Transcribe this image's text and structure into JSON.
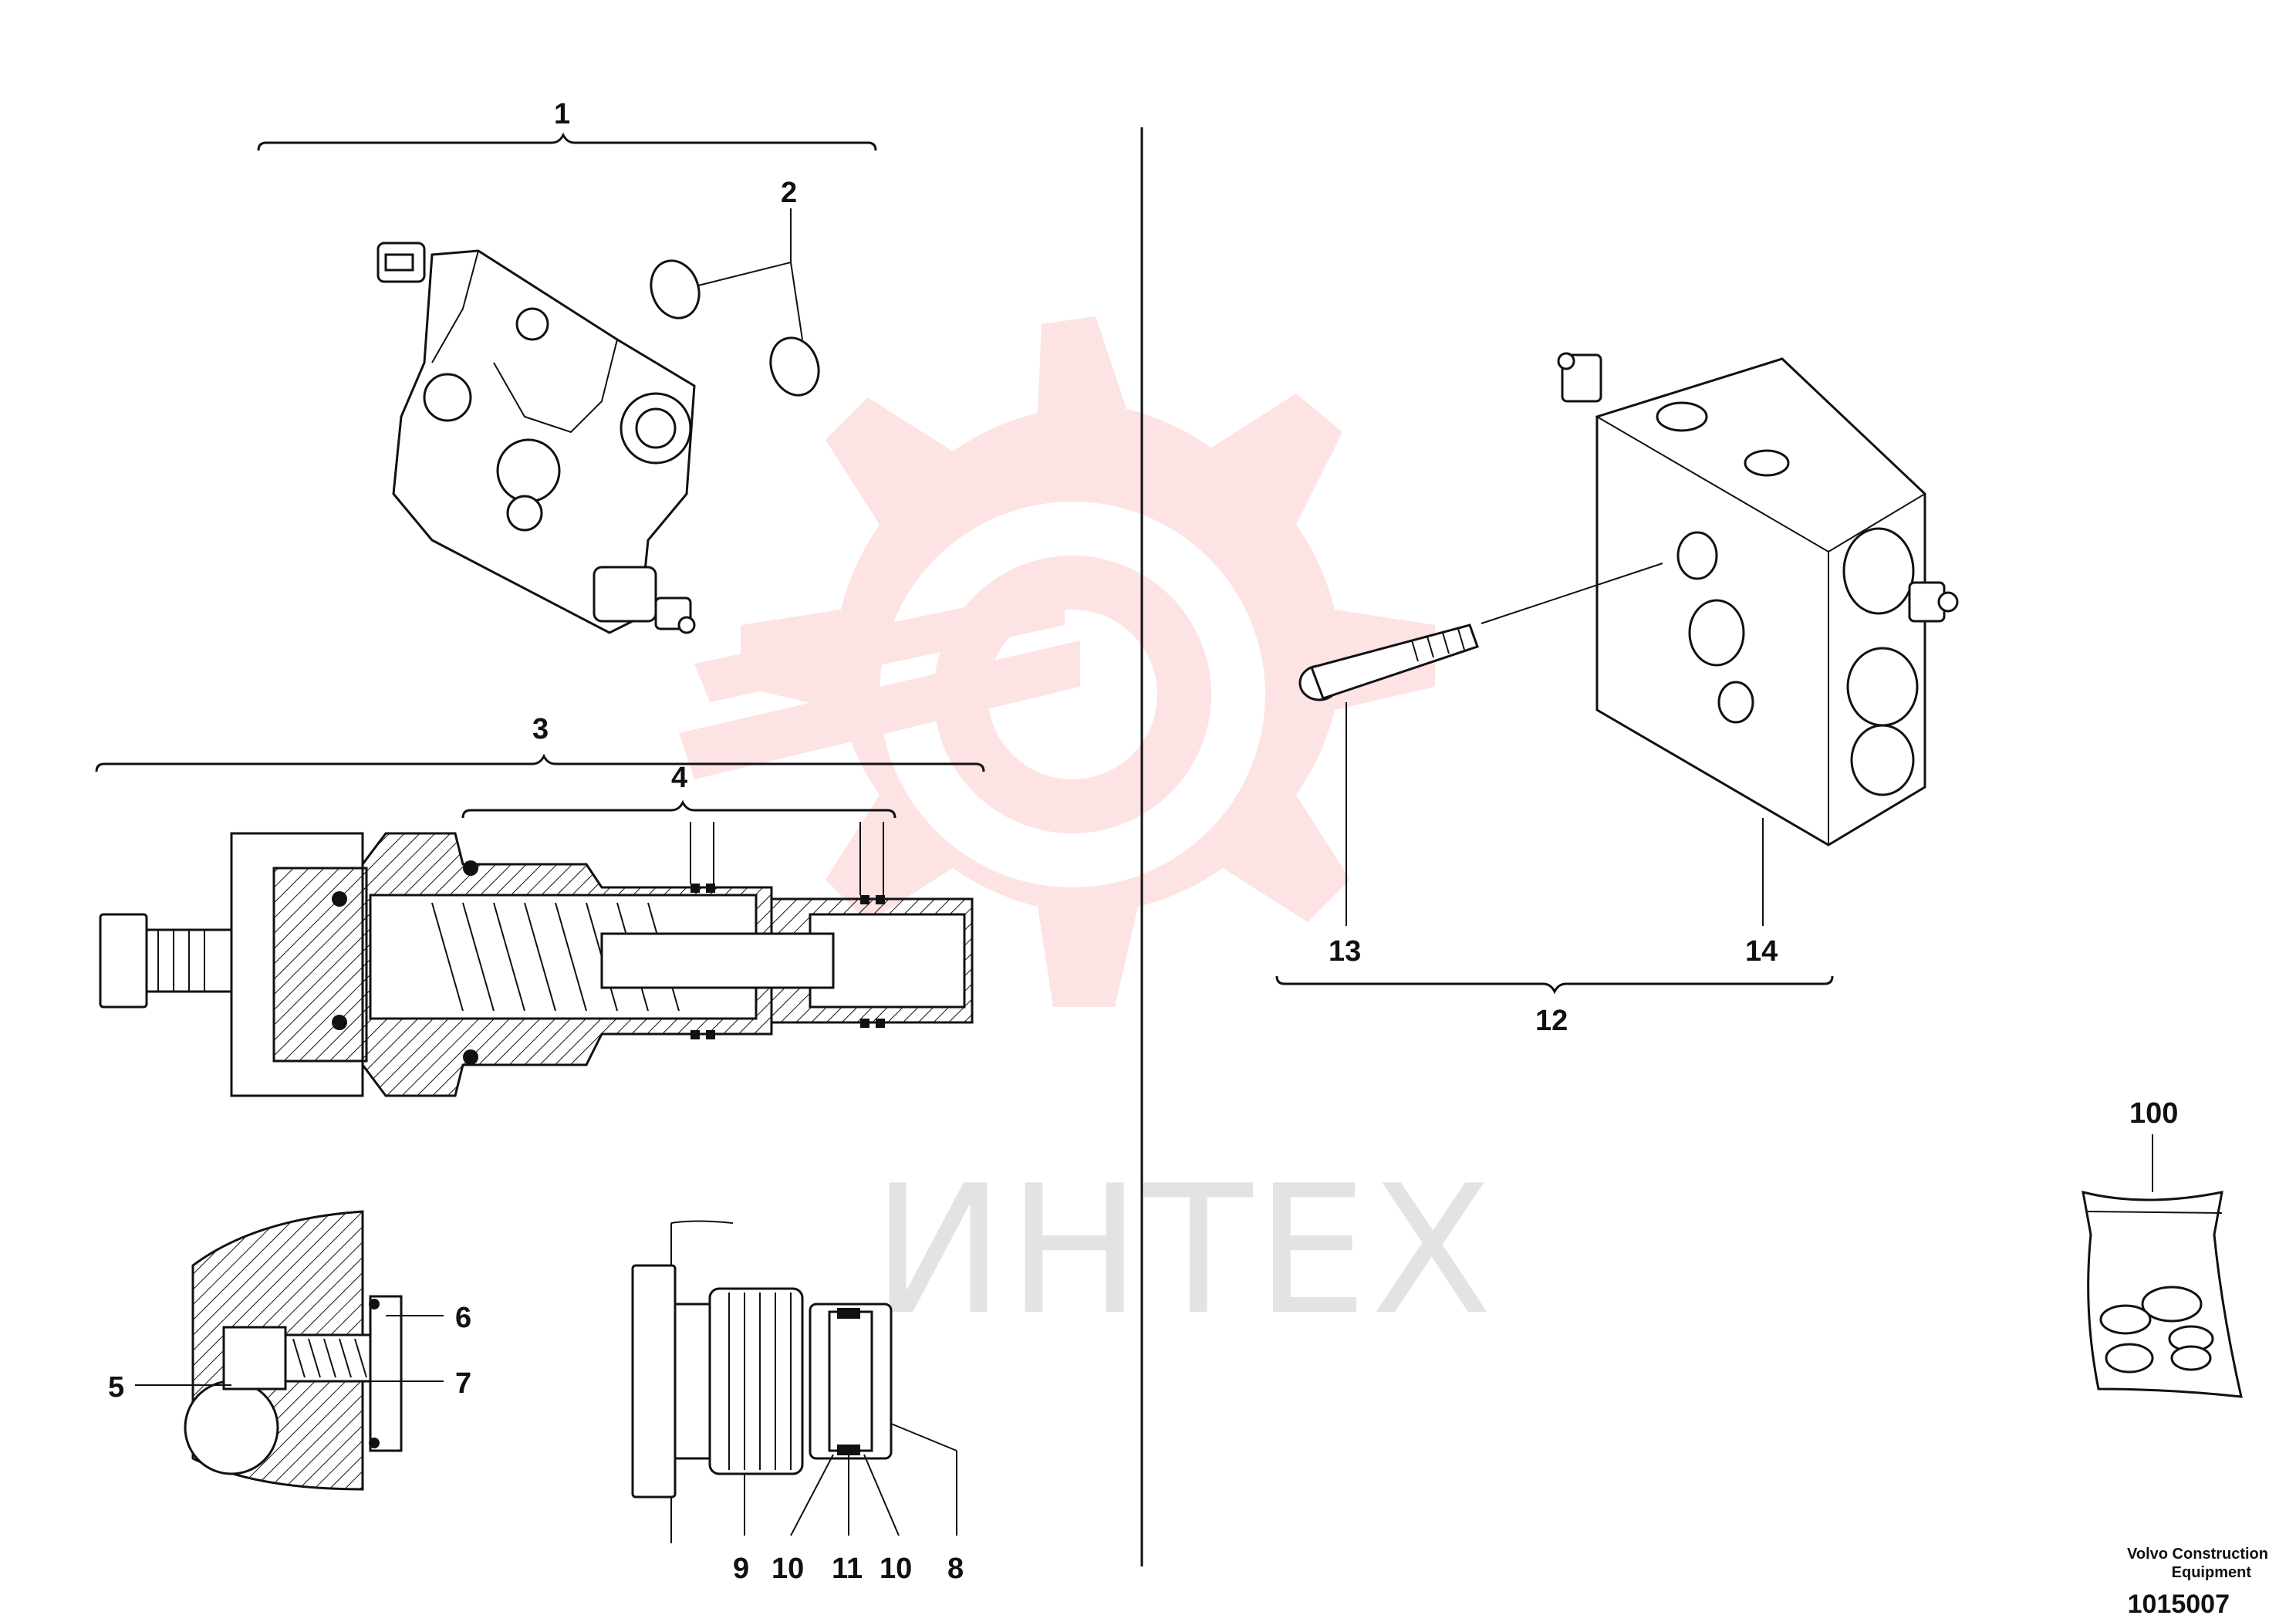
{
  "diagram": {
    "callouts": [
      "1",
      "2",
      "3",
      "4",
      "5",
      "6",
      "7",
      "8",
      "9",
      "10",
      "11",
      "10",
      "12",
      "13",
      "14",
      "100"
    ],
    "watermark_text": "ИНТЕХ",
    "manufacturer": "Volvo Construction Equipment",
    "manufacturer_line1": "Volvo Construction",
    "manufacturer_line2": "Equipment",
    "drawing_number": "1015007",
    "colors": {
      "ink": "#111111",
      "watermark_gear": "#fde3e3",
      "watermark_text": "#e3e3e3"
    }
  }
}
